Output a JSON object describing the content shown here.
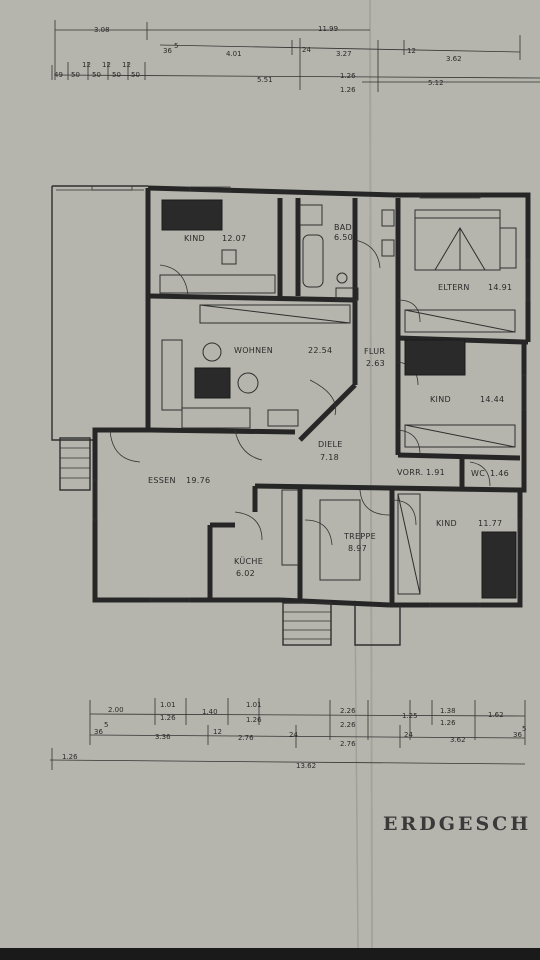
{
  "title": "ERDGESCH",
  "top_dimensions": {
    "row1": [
      "3.08",
      "11.99"
    ],
    "row2": [
      "36",
      "5",
      "4.01",
      "24",
      "3.27",
      "12",
      "3.62"
    ],
    "row3": [
      "12",
      "12",
      "12"
    ],
    "row4": [
      "49",
      "50",
      "50",
      "50",
      "50",
      "5.51",
      "1.26",
      "5.12"
    ],
    "row5": [
      "1.26"
    ]
  },
  "bottom_dimensions": {
    "row1": [
      "2.00",
      "1.01",
      "1.40",
      "1.01",
      "2.26",
      "1.25",
      "1.38",
      "1.62"
    ],
    "row2": [
      "1.26",
      "1.26",
      "2.26",
      "1.26"
    ],
    "row3": [
      "36",
      "5",
      "3.36",
      "12",
      "2.76",
      "24",
      "2.76",
      "24",
      "3.62",
      "36",
      "5"
    ],
    "row4": [
      "1.26",
      "13.62"
    ]
  },
  "rooms": [
    {
      "name": "KIND",
      "area": "12.07"
    },
    {
      "name": "BAD",
      "area": "6.50"
    },
    {
      "name": "ELTERN",
      "area": "14.91"
    },
    {
      "name": "WOHNEN",
      "area": "22.54"
    },
    {
      "name": "FLUR",
      "area": "2.63"
    },
    {
      "name": "KIND",
      "area": "14.44"
    },
    {
      "name": "DIELE",
      "area": "7.18"
    },
    {
      "name": "ESSEN",
      "area": "19.76"
    },
    {
      "name": "VORR.",
      "area": "1.91"
    },
    {
      "name": "WC",
      "area": "1.46"
    },
    {
      "name": "TREPPE",
      "area": "8.97"
    },
    {
      "name": "KIND",
      "area": "11.77"
    },
    {
      "name": "KÜCHE",
      "area": "6.02"
    }
  ]
}
